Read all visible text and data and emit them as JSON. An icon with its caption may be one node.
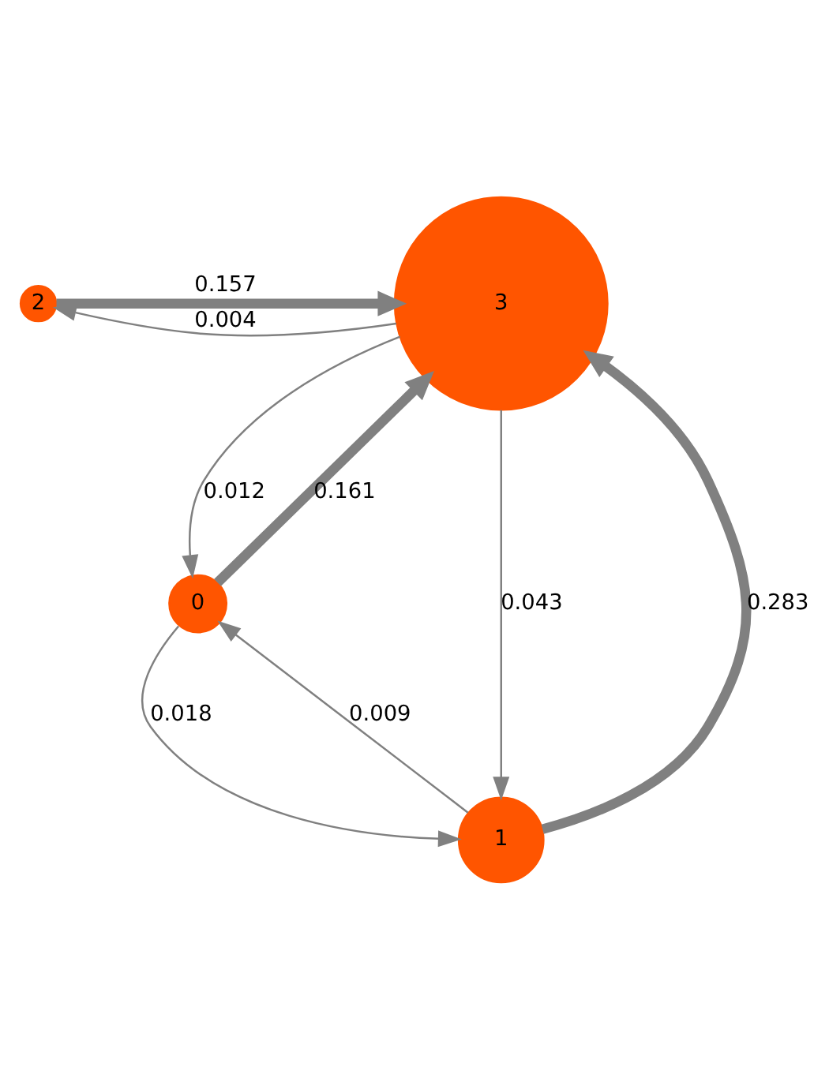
{
  "diagram": {
    "nodes": [
      {
        "text": [
          "2"
        ]
      },
      {
        "text": [
          "3"
        ]
      },
      {
        "text": [
          "0"
        ]
      },
      {
        "text": [
          "1"
        ]
      }
    ],
    "edges": [
      {
        "from": 0,
        "to": 1,
        "arrow": "to",
        "label": "0.157",
        "style": "thick"
      },
      {
        "from": 1,
        "to": 0,
        "arrow": "to",
        "label": "0.004"
      },
      {
        "from": 2,
        "to": 1,
        "arrow": "to",
        "label": "0.161",
        "style": "thick"
      },
      {
        "from": 1,
        "to": 2,
        "arrow": "to",
        "label": "0.012"
      },
      {
        "from": 3,
        "to": 1,
        "arrow": "to",
        "label": "0.283",
        "style": "thick"
      },
      {
        "from": 1,
        "to": 3,
        "arrow": "to",
        "label": "0.043"
      },
      {
        "from": 2,
        "to": 3,
        "arrow": "to",
        "label": "0.018"
      },
      {
        "from": 3,
        "to": 2,
        "arrow": "to",
        "label": "0.009"
      }
    ]
  }
}
